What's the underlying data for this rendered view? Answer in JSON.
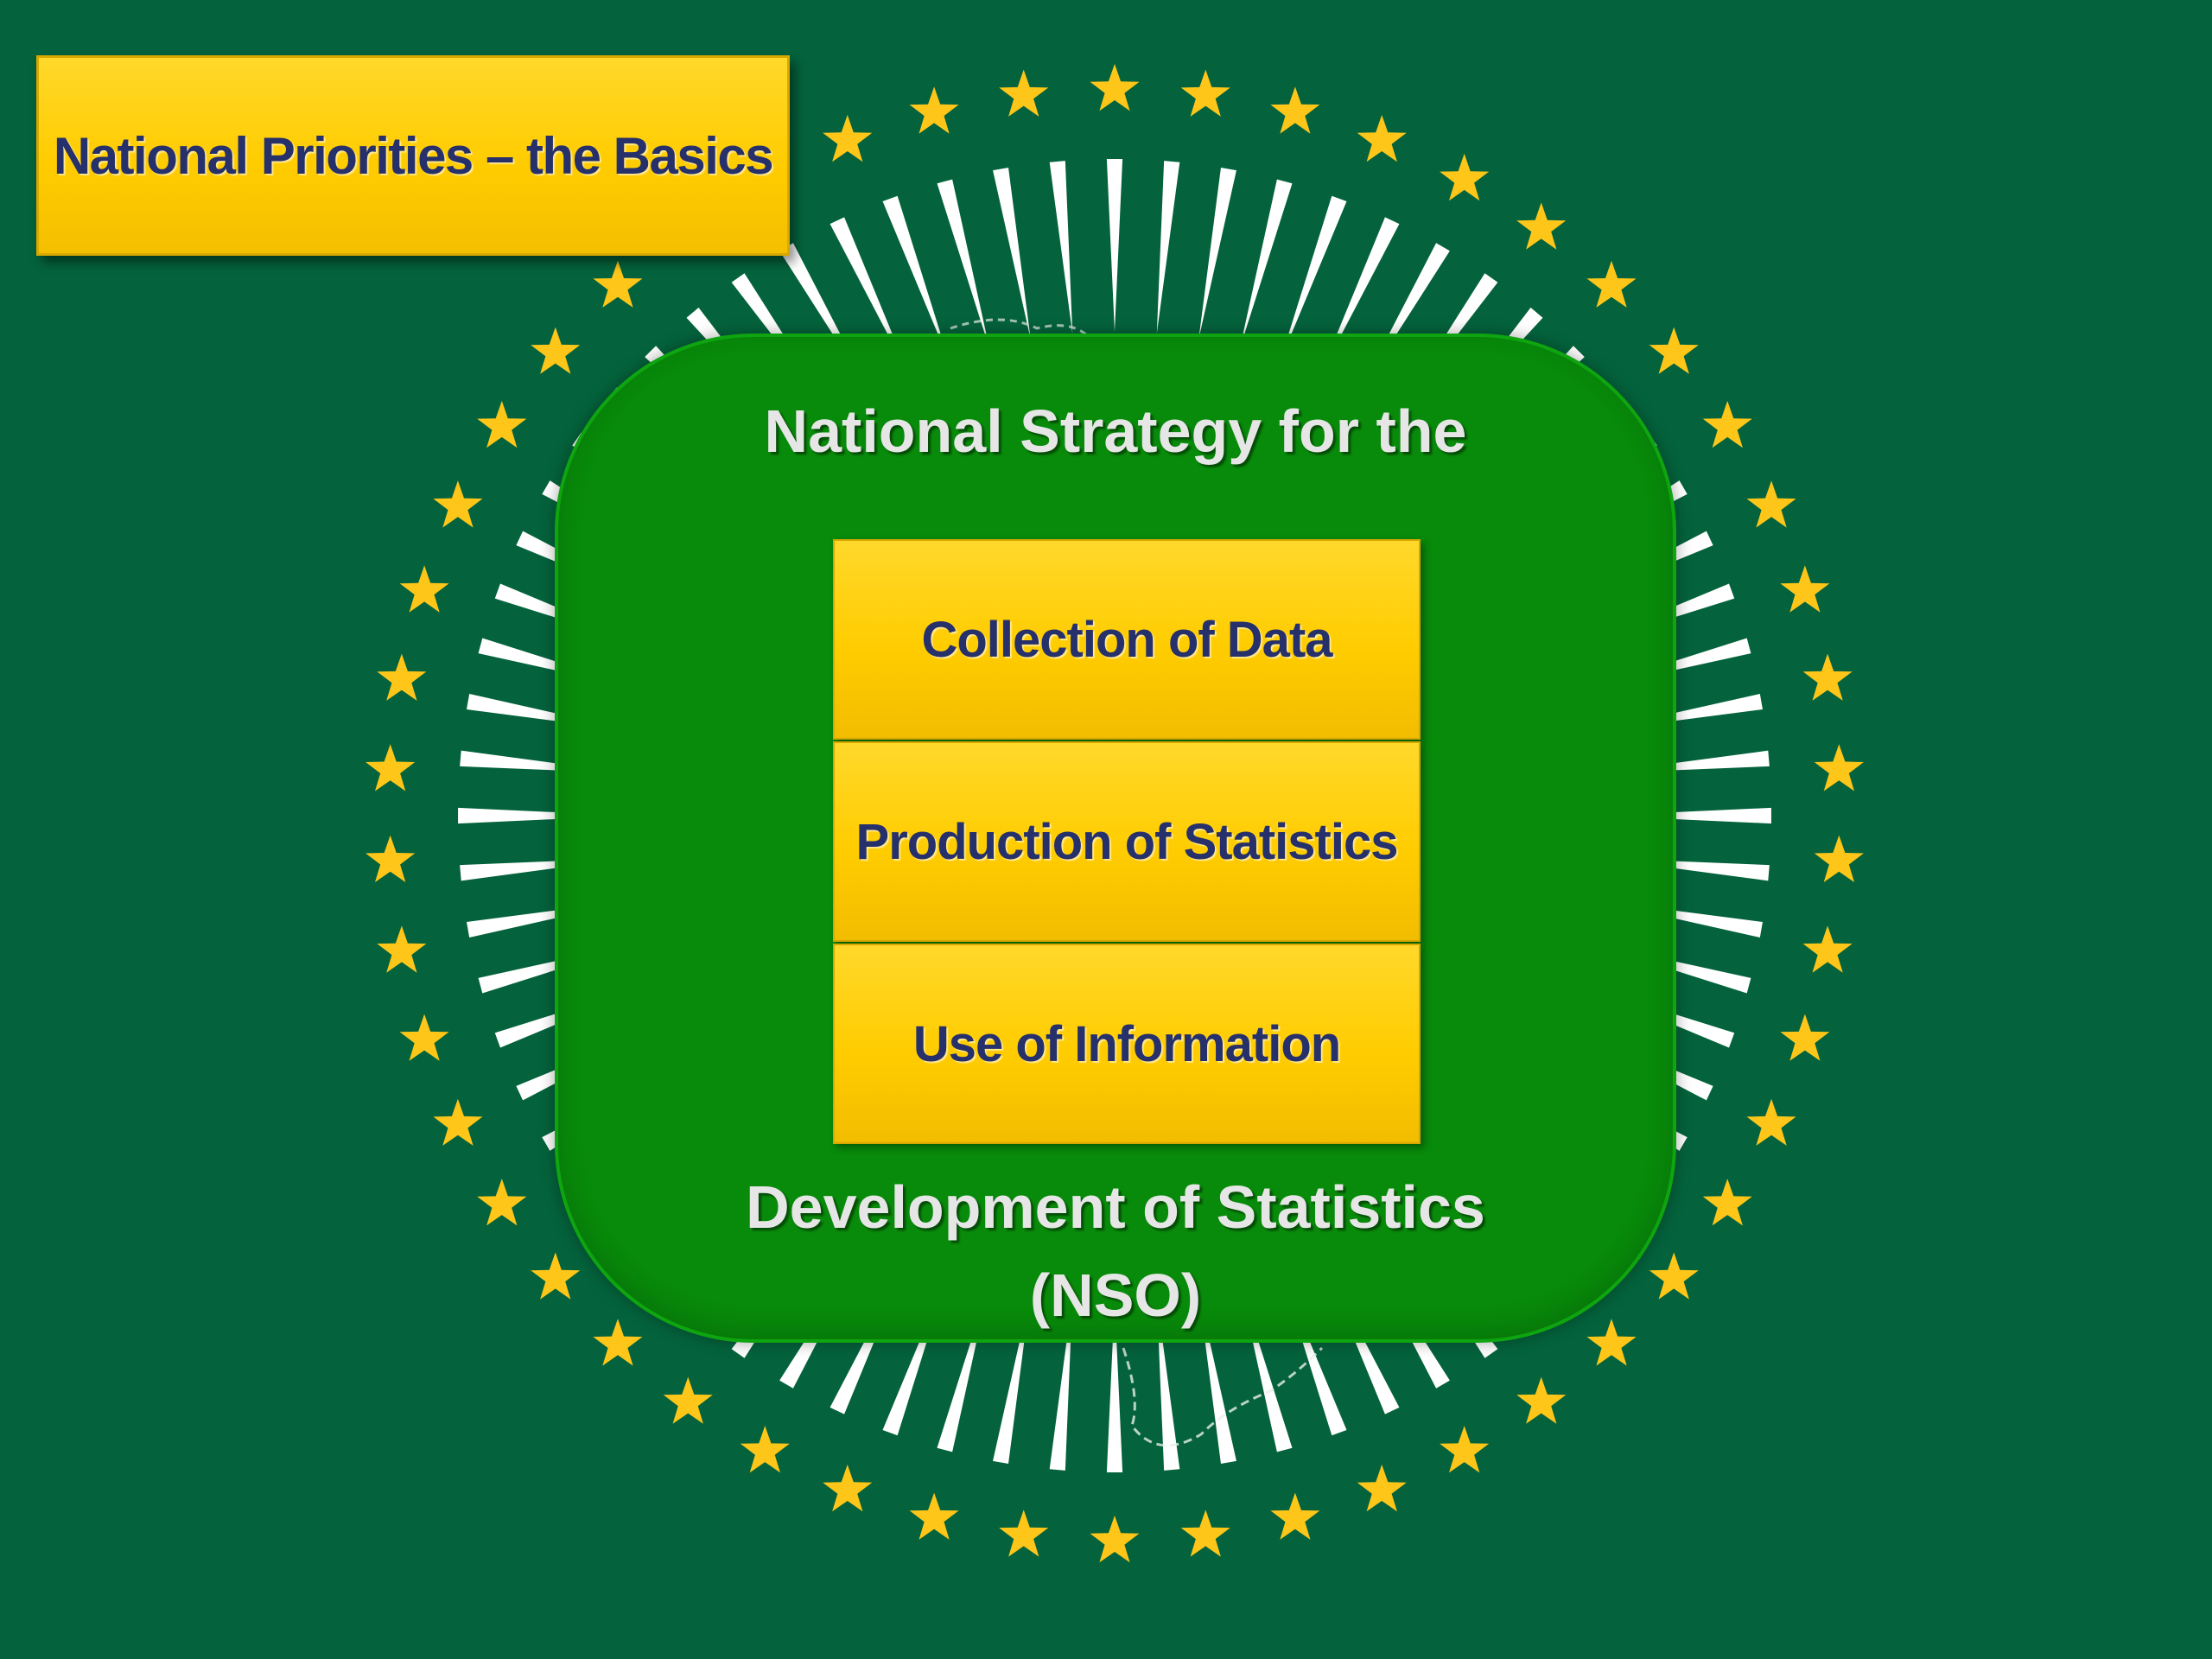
{
  "slide": {
    "title": "National Priorities – the Basics",
    "strategy_top": "National Strategy for the",
    "strategy_bottom_line1": "Development of Statistics",
    "strategy_bottom_line2": "(NSO)",
    "stack_items": [
      "Collection of Data",
      "Production of Statistics",
      "Use of Information"
    ]
  },
  "emblem": {
    "star_count": 50,
    "ray_count": 72,
    "star_icon": "star-icon",
    "colors": {
      "background": "#04633c",
      "stars": "#ffc61a",
      "rays": "#ffffff",
      "strategy_box": "#088a0a",
      "boxes": "#ffcc00",
      "box_text": "#26306b",
      "strategy_text": "#e6e6e6"
    }
  }
}
